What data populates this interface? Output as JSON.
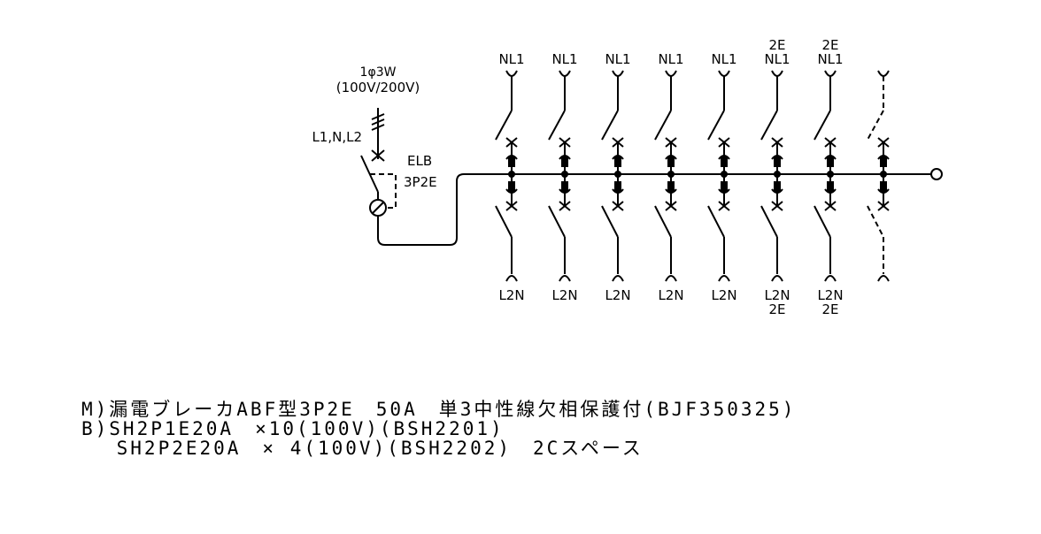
{
  "supply": {
    "system": "1φ3W",
    "voltage": "(100V/200V)",
    "conductors": "L1,N,L2"
  },
  "main_breaker": {
    "type": "ELB",
    "poles": "3P2E"
  },
  "branches": [
    {
      "top": [
        "NL1"
      ],
      "bottom": [
        "L2N"
      ],
      "spare": false
    },
    {
      "top": [
        "NL1"
      ],
      "bottom": [
        "L2N"
      ],
      "spare": false
    },
    {
      "top": [
        "NL1"
      ],
      "bottom": [
        "L2N"
      ],
      "spare": false
    },
    {
      "top": [
        "NL1"
      ],
      "bottom": [
        "L2N"
      ],
      "spare": false
    },
    {
      "top": [
        "NL1"
      ],
      "bottom": [
        "L2N"
      ],
      "spare": false
    },
    {
      "top": [
        "2E",
        "NL1"
      ],
      "bottom": [
        "L2N",
        "2E"
      ],
      "spare": false
    },
    {
      "top": [
        "2E",
        "NL1"
      ],
      "bottom": [
        "L2N",
        "2E"
      ],
      "spare": false
    },
    {
      "top": [],
      "bottom": [],
      "spare": true
    }
  ],
  "notes": [
    "M)漏電ブレーカABF型3P2E　50A　単3中性線欠相保護付(BJF350325)",
    "B)SH2P1E20A　×10(100V)(BSH2201)",
    "　 SH2P2E20A　× 4(100V)(BSH2202)　2Cスペース"
  ]
}
